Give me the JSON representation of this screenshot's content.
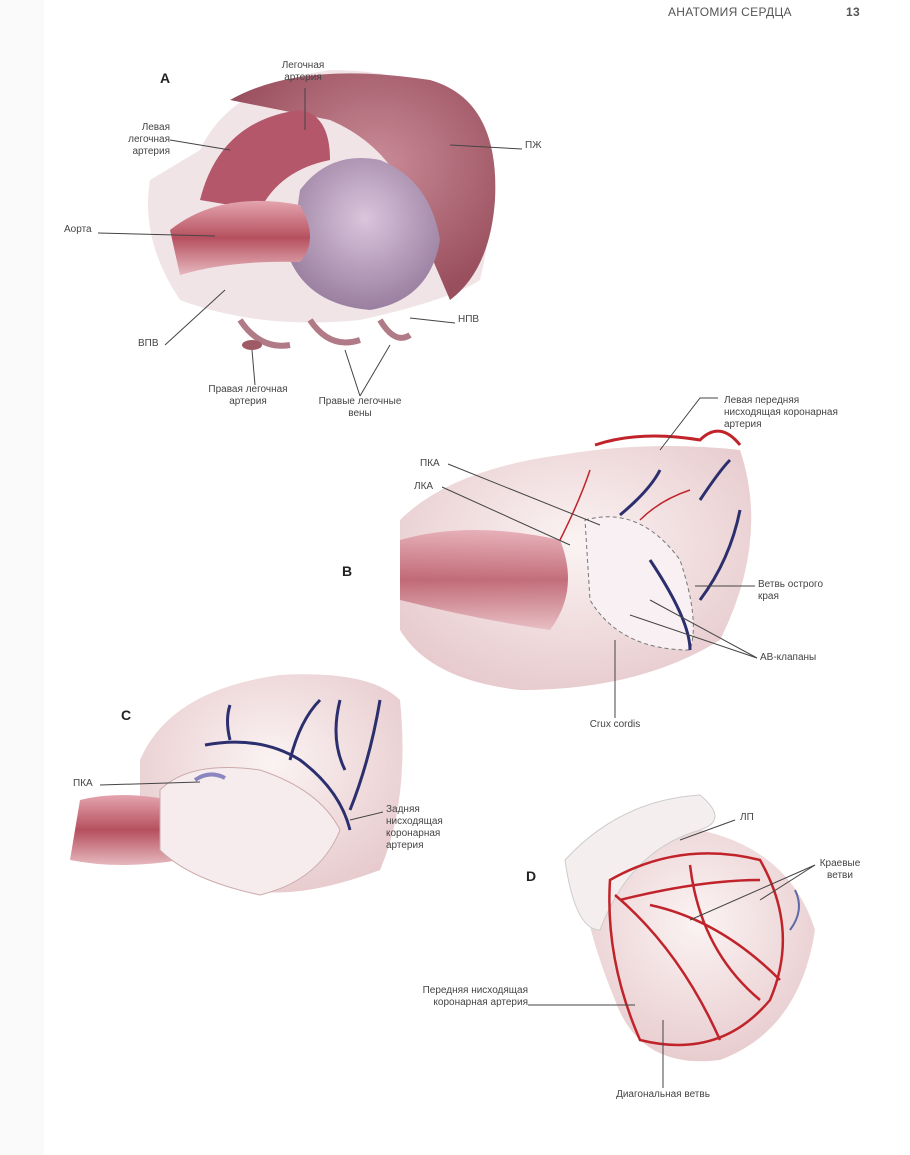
{
  "header": {
    "section_title": "АНАТОМИЯ СЕРДЦА",
    "page_number": "13"
  },
  "figures": {
    "A": {
      "panel": "A",
      "labels": {
        "pulmonary_artery": "Легочная артерия",
        "left_pulmonary_artery": "Левая легочная артерия",
        "rv": "ПЖ",
        "aorta": "Аорта",
        "svc": "ВПВ",
        "ivc": "НПВ",
        "right_pulmonary_artery": "Правая легочная артерия",
        "right_pulmonary_veins": "Правые легочные вены"
      }
    },
    "B": {
      "panel": "B",
      "labels": {
        "lad": "Левая передняя нисходящая коронарная артерия",
        "rca": "ПКА",
        "lca": "ЛКА",
        "acute_marginal": "Ветвь острого края",
        "av_valves": "АВ-клапаны",
        "crux": "Crux cordis"
      }
    },
    "C": {
      "panel": "C",
      "labels": {
        "rca": "ПКА",
        "pda": "Задняя нисходящая коронарная артерия"
      }
    },
    "D": {
      "panel": "D",
      "labels": {
        "la": "ЛП",
        "marginal": "Краевые ветви",
        "lad": "Передняя нисходящая коронарная артерия",
        "diagonal": "Диагональная ветвь"
      }
    }
  },
  "colors": {
    "artery": "#c0242a",
    "vein": "#2c2f6e",
    "tissue": "#f3dede"
  }
}
